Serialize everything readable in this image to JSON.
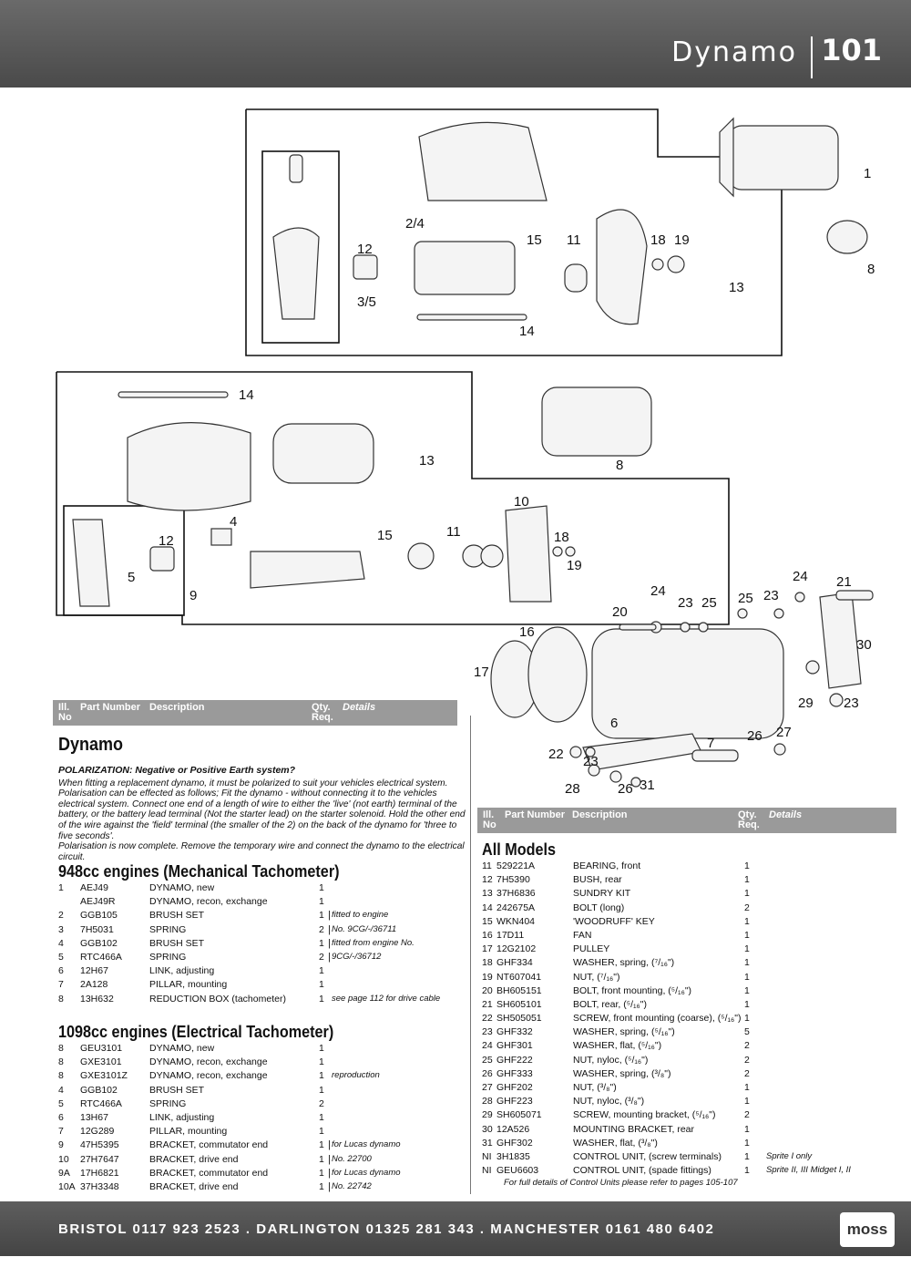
{
  "header": {
    "title": "Dynamo",
    "page_number": "101"
  },
  "diagram_callouts": {
    "upper": [
      "1",
      "2/4",
      "15",
      "11",
      "18",
      "19",
      "12",
      "3/5",
      "8",
      "13",
      "14"
    ],
    "lower": [
      "14",
      "13",
      "8",
      "10",
      "4",
      "15",
      "11",
      "18",
      "12",
      "19",
      "5",
      "9"
    ],
    "bracket": [
      "24",
      "21",
      "24",
      "23",
      "25",
      "25",
      "23",
      "20",
      "30",
      "16",
      "17",
      "29",
      "23",
      "6",
      "26",
      "27",
      "7",
      "22",
      "23",
      "28",
      "26",
      "31"
    ]
  },
  "left_header": {
    "ill_no": "Ill. No",
    "part_number": "Part Number",
    "description": "Description",
    "qty": "Qty. Req.",
    "details": "Details"
  },
  "right_header": {
    "ill_no": "Ill. No",
    "part_number": "Part Number",
    "description": "Description",
    "qty": "Qty. Req.",
    "details": "Details"
  },
  "dynamo": {
    "title": "Dynamo",
    "polarization_heading": "POLARIZATION: Negative or Positive Earth system?",
    "polarization_text": "When fitting a replacement dynamo, it must be polarized to suit your vehicles electrical system. Polarisation can be effected as follows; Fit the dynamo - without connecting it to the vehicles electrical system. Connect one end of a length of wire to either the 'live' (not earth) terminal of the battery, or the battery lead terminal (Not the starter lead) on the starter solenoid. Hold the other end of the wire against the 'field' terminal (the smaller of the 2) on the back of the dynamo for 'three to five seconds'.",
    "polarization_end": "Polarisation is now complete. Remove the temporary wire and connect the dynamo to the electrical circuit."
  },
  "section_948": {
    "title": "948cc engines (Mechanical Tachometer)",
    "rows": [
      {
        "ill": "1",
        "part": "AEJ49",
        "desc": "DYNAMO, new",
        "qty": "1",
        "details": ""
      },
      {
        "ill": "",
        "part": "AEJ49R",
        "desc": "DYNAMO, recon, exchange",
        "qty": "1",
        "details": ""
      },
      {
        "ill": "2",
        "part": "GGB105",
        "desc": "BRUSH SET",
        "qty": "1",
        "details": "fitted to engine"
      },
      {
        "ill": "3",
        "part": "7H5031",
        "desc": "SPRING",
        "qty": "2",
        "details": "No. 9CG/-/36711"
      },
      {
        "ill": "4",
        "part": "GGB102",
        "desc": "BRUSH SET",
        "qty": "1",
        "details": "fitted from engine No."
      },
      {
        "ill": "5",
        "part": "RTC466A",
        "desc": "SPRING",
        "qty": "2",
        "details": "9CG/-/36712"
      },
      {
        "ill": "6",
        "part": "12H67",
        "desc": "LINK, adjusting",
        "qty": "1",
        "details": ""
      },
      {
        "ill": "7",
        "part": "2A128",
        "desc": "PILLAR, mounting",
        "qty": "1",
        "details": ""
      },
      {
        "ill": "8",
        "part": "13H632",
        "desc": "REDUCTION BOX (tachometer)",
        "qty": "1",
        "details": "see page 112 for drive cable"
      }
    ]
  },
  "section_1098": {
    "title": "1098cc engines (Electrical Tachometer)",
    "rows": [
      {
        "ill": "8",
        "part": "GEU3101",
        "desc": "DYNAMO, new",
        "qty": "1",
        "details": ""
      },
      {
        "ill": "8",
        "part": "GXE3101",
        "desc": "DYNAMO, recon, exchange",
        "qty": "1",
        "details": ""
      },
      {
        "ill": "8",
        "part": "GXE3101Z",
        "desc": "DYNAMO, recon, exchange",
        "qty": "1",
        "details": "reproduction"
      },
      {
        "ill": "4",
        "part": "GGB102",
        "desc": "BRUSH SET",
        "qty": "1",
        "details": ""
      },
      {
        "ill": "5",
        "part": "RTC466A",
        "desc": "SPRING",
        "qty": "2",
        "details": ""
      },
      {
        "ill": "6",
        "part": "13H67",
        "desc": "LINK, adjusting",
        "qty": "1",
        "details": ""
      },
      {
        "ill": "7",
        "part": "12G289",
        "desc": "PILLAR, mounting",
        "qty": "1",
        "details": ""
      },
      {
        "ill": "9",
        "part": "47H5395",
        "desc": "BRACKET, commutator end",
        "qty": "1",
        "details": "for Lucas dynamo"
      },
      {
        "ill": "10",
        "part": "27H7647",
        "desc": "BRACKET, drive end",
        "qty": "1",
        "details": "No. 22700"
      },
      {
        "ill": "9A",
        "part": "17H6821",
        "desc": "BRACKET, commutator end",
        "qty": "1",
        "details": "for Lucas dynamo"
      },
      {
        "ill": "10A",
        "part": "37H3348",
        "desc": "BRACKET, drive end",
        "qty": "1",
        "details": "No. 22742"
      }
    ]
  },
  "all_models": {
    "title": "All Models",
    "rows": [
      {
        "ill": "11",
        "part": "529221A",
        "desc": "BEARING, front",
        "qty": "1",
        "details": ""
      },
      {
        "ill": "12",
        "part": "7H5390",
        "desc": "BUSH, rear",
        "qty": "1",
        "details": ""
      },
      {
        "ill": "13",
        "part": "37H6836",
        "desc": "SUNDRY KIT",
        "qty": "1",
        "details": ""
      },
      {
        "ill": "14",
        "part": "242675A",
        "desc": "BOLT (long)",
        "qty": "2",
        "details": ""
      },
      {
        "ill": "15",
        "part": "WKN404",
        "desc": "'WOODRUFF' KEY",
        "qty": "1",
        "details": ""
      },
      {
        "ill": "16",
        "part": "17D11",
        "desc": "FAN",
        "qty": "1",
        "details": ""
      },
      {
        "ill": "17",
        "part": "12G2102",
        "desc": "PULLEY",
        "qty": "1",
        "details": ""
      },
      {
        "ill": "18",
        "part": "GHF334",
        "desc": "WASHER, spring, (⁷/₁₆\")",
        "qty": "1",
        "details": ""
      },
      {
        "ill": "19",
        "part": "NT607041",
        "desc": "NUT, (⁷/₁₆\")",
        "qty": "1",
        "details": ""
      },
      {
        "ill": "20",
        "part": "BH605151",
        "desc": "BOLT, front mounting, (⁵/₁₆\")",
        "qty": "1",
        "details": ""
      },
      {
        "ill": "21",
        "part": "SH605101",
        "desc": "BOLT, rear, (⁵/₁₆\")",
        "qty": "1",
        "details": ""
      },
      {
        "ill": "22",
        "part": "SH505051",
        "desc": "SCREW, front mounting (coarse), (⁵/₁₆\")",
        "qty": "1",
        "details": ""
      },
      {
        "ill": "23",
        "part": "GHF332",
        "desc": "WASHER, spring, (⁵/₁₆\")",
        "qty": "5",
        "details": ""
      },
      {
        "ill": "24",
        "part": "GHF301",
        "desc": "WASHER, flat, (⁵/₁₆\")",
        "qty": "2",
        "details": ""
      },
      {
        "ill": "25",
        "part": "GHF222",
        "desc": "NUT, nyloc, (⁵/₁₆\")",
        "qty": "2",
        "details": ""
      },
      {
        "ill": "26",
        "part": "GHF333",
        "desc": "WASHER, spring, (³/₈\")",
        "qty": "2",
        "details": ""
      },
      {
        "ill": "27",
        "part": "GHF202",
        "desc": "NUT, (³/₈\")",
        "qty": "1",
        "details": ""
      },
      {
        "ill": "28",
        "part": "GHF223",
        "desc": "NUT, nyloc, (³/₈\")",
        "qty": "1",
        "details": ""
      },
      {
        "ill": "29",
        "part": "SH605071",
        "desc": "SCREW, mounting bracket, (⁵/₁₆\")",
        "qty": "2",
        "details": ""
      },
      {
        "ill": "30",
        "part": "12A526",
        "desc": "MOUNTING BRACKET, rear",
        "qty": "1",
        "details": ""
      },
      {
        "ill": "31",
        "part": "GHF302",
        "desc": "WASHER, flat, (³/₈\")",
        "qty": "1",
        "details": ""
      },
      {
        "ill": "NI",
        "part": "3H1835",
        "desc": "CONTROL UNIT, (screw terminals)",
        "qty": "1",
        "details": "Sprite I only"
      },
      {
        "ill": "NI",
        "part": "GEU6603",
        "desc": "CONTROL UNIT, (spade fittings)",
        "qty": "1",
        "details": "Sprite II, III Midget I, II"
      }
    ],
    "note": "For full details of Control Units please refer to pages 105-107"
  },
  "footer": {
    "phones": "BRISTOL 0117 923 2523 . DARLINGTON 01325 281 343 . MANCHESTER 0161 480 6402",
    "logo": "moss"
  }
}
